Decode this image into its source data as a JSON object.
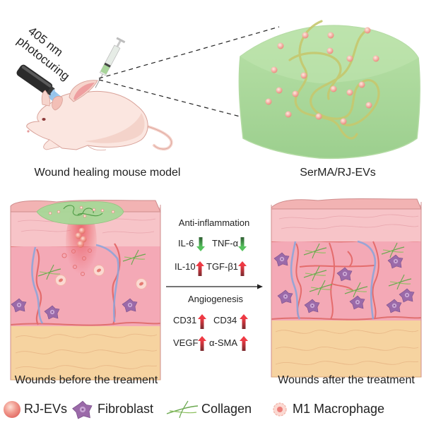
{
  "top": {
    "light_label_line1": "405 nm",
    "light_label_line2": "photocuring",
    "mouse_caption": "Wound healing mouse model",
    "hydrogel_caption": "SerMA/RJ-EVs"
  },
  "bottom": {
    "before_caption": "Wounds before the treament",
    "after_caption": "Wounds after the treatment"
  },
  "markers": {
    "anti_inflammation_title": "Anti-inflammation",
    "angiogenesis_title": "Angiogenesis",
    "items": [
      {
        "label": "IL-6",
        "direction": "down"
      },
      {
        "label": "TNF-α",
        "direction": "down"
      },
      {
        "label": "IL-10",
        "direction": "up"
      },
      {
        "label": "TGF-β1",
        "direction": "up"
      },
      {
        "label": "CD31",
        "direction": "up"
      },
      {
        "label": "CD34",
        "direction": "up"
      },
      {
        "label": "VEGF",
        "direction": "up"
      },
      {
        "label": "α-SMA",
        "direction": "up"
      }
    ],
    "up_color": "#d9303a",
    "down_color": "#3e9a47"
  },
  "legend": [
    {
      "label": "RJ-EVs",
      "icon": "rj-ev-sphere-icon"
    },
    {
      "label": "Fibroblast",
      "icon": "fibroblast-icon"
    },
    {
      "label": "Collagen",
      "icon": "collagen-fiber-icon"
    },
    {
      "label": "M1 Macrophage",
      "icon": "m1-macrophage-icon"
    }
  ],
  "colors": {
    "skin_top": "#f2b6b4",
    "dermis": "#f2a9b3",
    "fat": "#f5d09a",
    "hydrogel": "#a8d898",
    "vessel_red": "#e66a6a",
    "vessel_blue": "#8fa4d8",
    "fibroblast": "#9a6aa8",
    "collagen": "#6aa84f"
  }
}
